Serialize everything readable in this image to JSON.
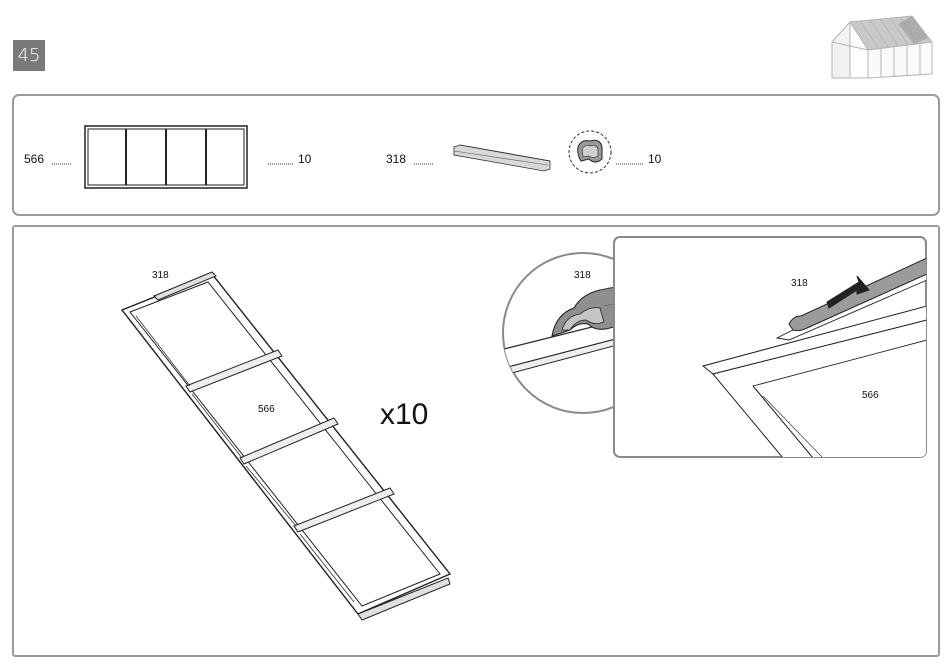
{
  "step": {
    "number": "45"
  },
  "parts": [
    {
      "code": "566",
      "quantity": "10"
    },
    {
      "code": "318",
      "quantity": "10"
    }
  ],
  "assembly": {
    "multiplier": "x10",
    "main_profile_label": "318",
    "main_panel_label": "566",
    "zoom_circle_label": "318",
    "zoom_box_profile_label": "318",
    "zoom_box_panel_label": "566"
  }
}
